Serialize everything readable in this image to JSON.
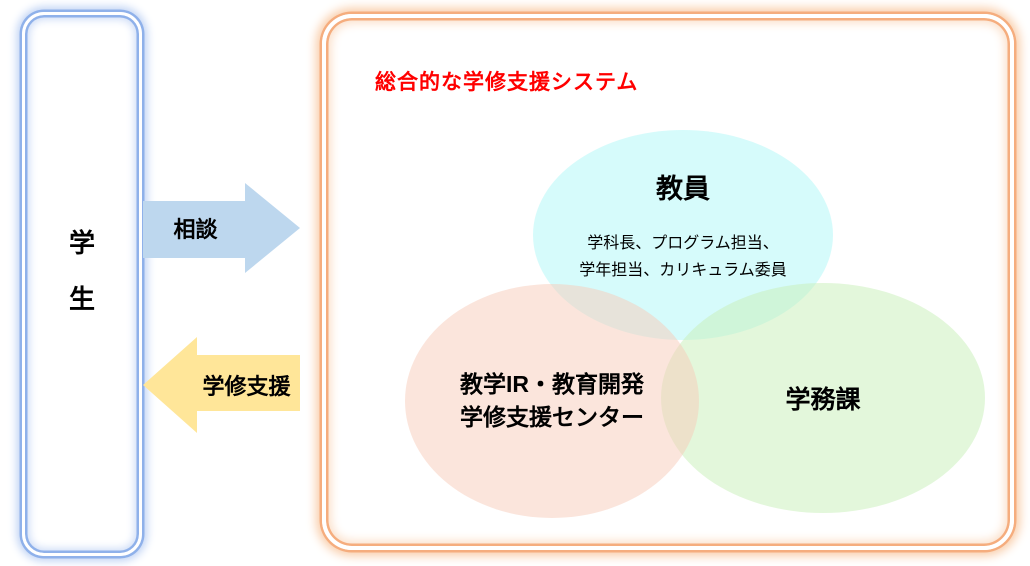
{
  "student_box": {
    "label_chars": [
      "学",
      "生"
    ],
    "border_color": "#8fb1ea"
  },
  "arrows": {
    "consult": {
      "label": "相談",
      "direction": "right",
      "fill": "#BDD7EE"
    },
    "support": {
      "label": "学修支援",
      "direction": "left",
      "fill": "#FFE699"
    }
  },
  "system_panel": {
    "title": "総合的な学修支援システム",
    "title_color": "#FF0000",
    "border_color": "#F5AD7E",
    "venn": {
      "faculty": {
        "title": "教員",
        "desc_line1": "学科長、プログラム担当、",
        "desc_line2": "学年担当、カリキュラム委員",
        "fill": "#D6FBFB"
      },
      "center": {
        "line1": "教学IR・教育開発",
        "line2": "学修支援センター",
        "fill": "#FBE5DC"
      },
      "affairs": {
        "title": "学務課",
        "fill": "#E3F7DB"
      }
    }
  }
}
